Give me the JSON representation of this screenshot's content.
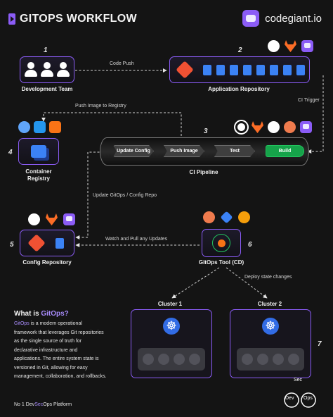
{
  "header": {
    "title": "GITOPS WORKFLOW",
    "brand": "codegiant.io"
  },
  "steps": {
    "s1": {
      "number": "1",
      "label": "Development Team"
    },
    "s2": {
      "number": "2",
      "label": "Application Repository"
    },
    "s3": {
      "number": "3",
      "label": "CI Pipeline"
    },
    "s4": {
      "number": "4",
      "label_line1": "Container",
      "label_line2": "Registry"
    },
    "s5": {
      "number": "5",
      "label": "Config Repository"
    },
    "s6": {
      "number": "6",
      "label": "GitOps Tool (CD)"
    },
    "s7": {
      "number": "7"
    }
  },
  "arrows": {
    "code_push": "Code Push",
    "ci_trigger": "CI Trigger",
    "push_image": "Push Image to Registry",
    "update_gitops": "Update GitOps /  Config Repo",
    "watch_pull": "Watch and Pull any Updates",
    "deploy": "Deploy state changes"
  },
  "pipeline_stages": [
    "Update Config",
    "Push Image",
    "Test",
    "Build"
  ],
  "clusters": [
    "Cluster 1",
    "Cluster 2"
  ],
  "info": {
    "heading_prefix": "What is ",
    "heading_accent": "GitOps?",
    "desc_accent": "GitOps",
    "desc_line1_rest": " is a modern operational",
    "desc_lines": [
      "framework that leverages Git repositories",
      "as the single source of truth for",
      "declarative infrastructure and",
      "applications. The entire system state is",
      "versioned in Git, allowing for easy",
      "management, collaboration, and rollbacks."
    ]
  },
  "footer": {
    "prefix": "No 1 Dev",
    "accent": "Sec",
    "suffix": "Ops Platform"
  },
  "devsecops_badge": {
    "top": "Sec",
    "left": "Dev",
    "right": "Ops"
  },
  "icons": {
    "repo_tools": [
      "github-icon",
      "gitlab-icon",
      "codegiant-icon"
    ],
    "ci_tools": [
      "circleci-icon",
      "gitlab-icon",
      "github-icon",
      "argo-icon",
      "codegiant-icon"
    ],
    "registry_tools": [
      "harbor-icon",
      "docker-icon",
      "jfrog-icon"
    ],
    "config_tools": [
      "github-icon",
      "gitlab-icon",
      "codegiant-icon"
    ],
    "cd_tools": [
      "argo-icon",
      "flux-icon",
      "jenkinsx-icon"
    ]
  },
  "colors": {
    "accent": "#8b5cf6",
    "git": "#f05133",
    "build": "#16a34a",
    "kubernetes": "#326ce5",
    "background": "#141414"
  }
}
